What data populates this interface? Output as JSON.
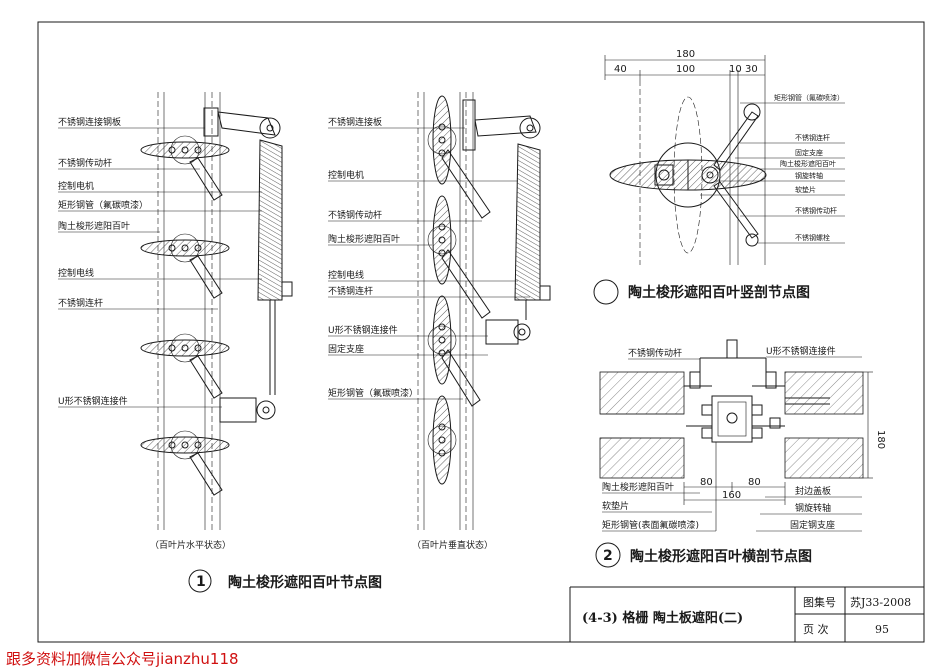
{
  "fig1": {
    "left_labels": [
      "不锈钢连接钢板",
      "不锈钢传动杆",
      "控制电机",
      "矩形钢管（氟碳喷漆）",
      "陶土梭形遮阳百叶",
      "控制电线",
      "不锈钢连杆",
      "U形不锈钢连接件"
    ],
    "right_labels": [
      "不锈钢连接板",
      "控制电机",
      "不锈钢传动杆",
      "陶土梭形遮阳百叶",
      "控制电线",
      "不锈钢连杆",
      "U形不锈钢连接件",
      "固定支座",
      "矩形钢管（氟碳喷漆）"
    ],
    "caption_left": "（百叶片水平状态）",
    "caption_right": "（百叶片垂直状态）",
    "number": "1",
    "title": "陶土梭形遮阳百叶节点图"
  },
  "fig2": {
    "dims": {
      "total": "180",
      "d1": "40",
      "d2": "100",
      "d3": "10",
      "d4": "30"
    },
    "labels": [
      "矩形钢管（氟碳喷漆）",
      "不锈钢连杆",
      "固定支座",
      "陶土梭形遮阳百叶",
      "钢旋转轴",
      "软垫片",
      "不锈钢传动杆",
      "不锈钢螺栓"
    ],
    "title": "陶土梭形遮阳百叶竖剖节点图"
  },
  "fig3": {
    "top_labels": [
      "不锈钢传动杆",
      "U形不锈钢连接件"
    ],
    "bottom_labels": [
      "陶土梭形遮阳百叶",
      "软垫片",
      "矩形钢管(表面氟碳喷漆)"
    ],
    "right_labels": [
      "封边盖板",
      "钢旋转轴",
      "固定钢支座"
    ],
    "dims": {
      "h": "180",
      "a": "80",
      "b": "80",
      "c": "160"
    },
    "number": "2",
    "title": "陶土梭形遮阳百叶横剖节点图"
  },
  "title_block": {
    "title": "(4-3) 格栅 陶土板遮阳(二)",
    "atlas_label": "图集号",
    "atlas_value": "苏J33-2008",
    "page_label": "页  次",
    "page_value": "95"
  },
  "watermark": "跟多资料加微信公众号jianzhu118"
}
